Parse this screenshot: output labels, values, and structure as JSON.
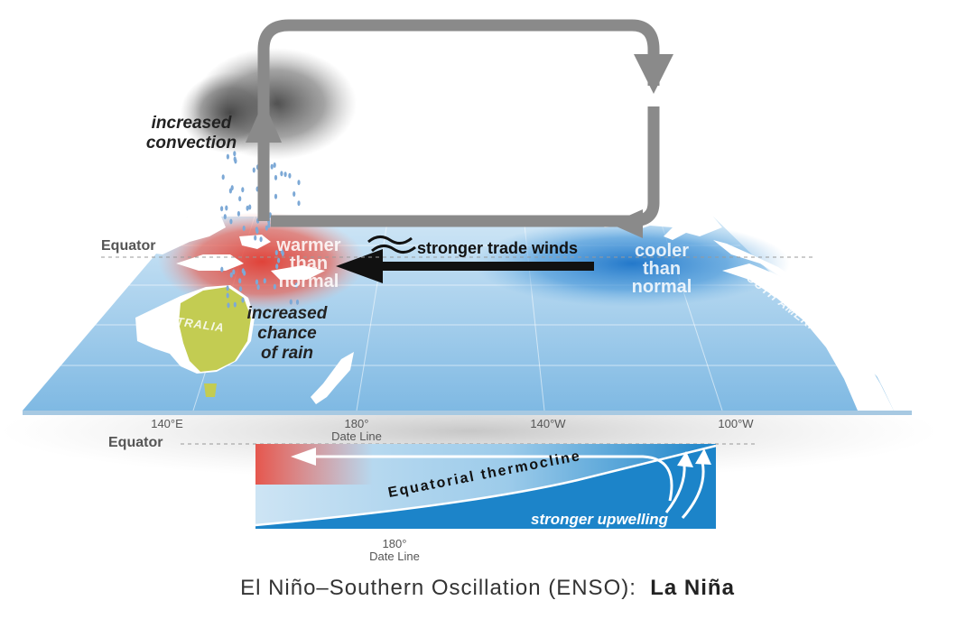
{
  "annotations": {
    "convection": [
      "increased",
      "convection"
    ],
    "rain": [
      "increased",
      "chance",
      "of rain"
    ],
    "warm": [
      "warmer",
      "than",
      "normal"
    ],
    "cool": [
      "cooler",
      "than",
      "normal"
    ],
    "trade_winds": "stronger trade winds",
    "thermocline": "Equatorial thermocline",
    "upwelling": "stronger upwelling"
  },
  "equator_labels": [
    "Equator",
    "Equator"
  ],
  "continents": {
    "australia": "AUSTRALIA",
    "south_america": "SOUTH AMERICA"
  },
  "longitude_ticks": [
    {
      "label": "140°E",
      "sub": ""
    },
    {
      "label": "180°",
      "sub": "Date Line"
    },
    {
      "label": "140°W",
      "sub": ""
    },
    {
      "label": "100°W",
      "sub": ""
    }
  ],
  "section_tick": {
    "label": "180°",
    "sub": "Date Line"
  },
  "caption": {
    "prefix": "El Niño–Southern Oscillation (ENSO):",
    "phase": "La Niña"
  },
  "colors": {
    "ocean": "#8fc4e8",
    "cool_water": "#1f7fd0",
    "warm_water": "#e0483a",
    "australia": "#c3cc52",
    "arrow_gray": "#8a8a8a",
    "wind_arrow": "#111111"
  }
}
